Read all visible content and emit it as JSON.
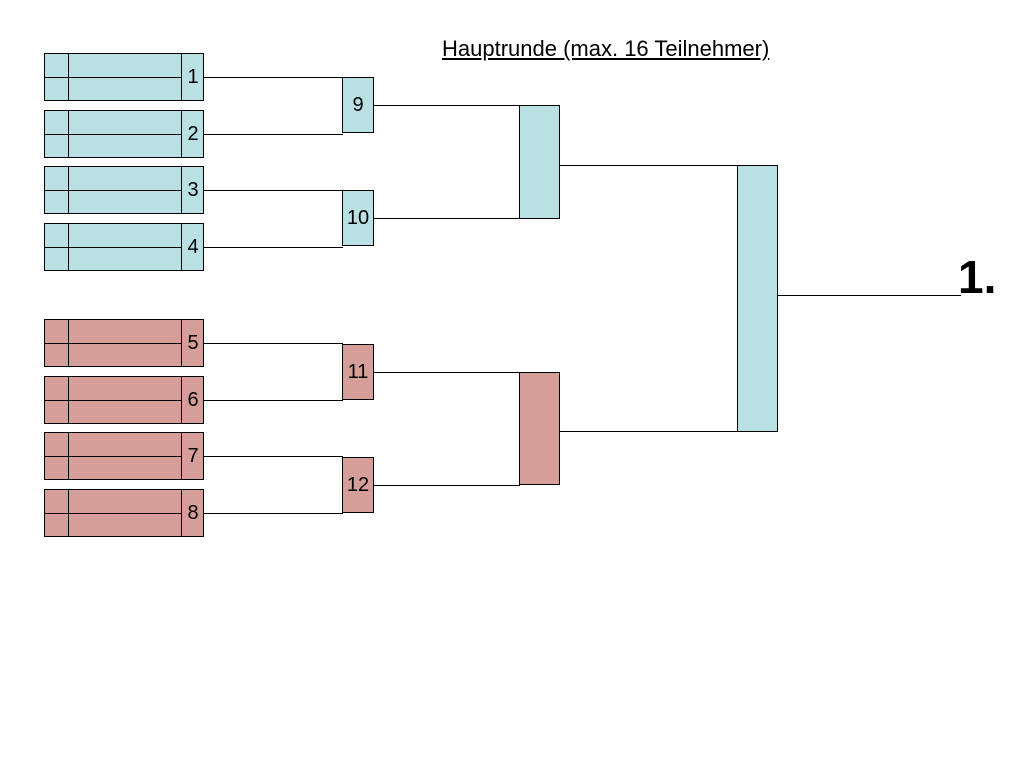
{
  "title": "Hauptrunde (max. 16 Teilnehmer)",
  "winner_label": "1.",
  "colors": {
    "blue": "#b9e0e3",
    "red": "#d59e98",
    "line": "#000000"
  },
  "players": [
    {
      "seed": "1",
      "group": "blue"
    },
    {
      "seed": "2",
      "group": "blue"
    },
    {
      "seed": "3",
      "group": "blue"
    },
    {
      "seed": "4",
      "group": "blue"
    },
    {
      "seed": "5",
      "group": "red"
    },
    {
      "seed": "6",
      "group": "red"
    },
    {
      "seed": "7",
      "group": "red"
    },
    {
      "seed": "8",
      "group": "red"
    }
  ],
  "matches": [
    {
      "label": "9",
      "group": "blue"
    },
    {
      "label": "10",
      "group": "blue"
    },
    {
      "label": "11",
      "group": "red"
    },
    {
      "label": "12",
      "group": "red"
    }
  ],
  "semifinals": [
    {
      "group": "blue"
    },
    {
      "group": "red"
    }
  ],
  "final": {
    "group": "blue"
  }
}
